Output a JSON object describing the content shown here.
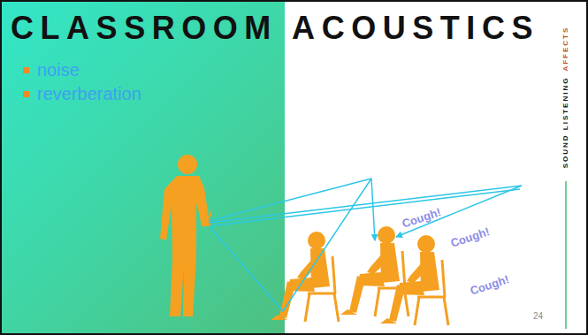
{
  "diagram": {
    "title": "CLASSROOM ACOUSTICS",
    "labels": [
      "noise",
      "reverberation",
      "Cough!",
      "Cough!",
      "Cough!",
      "24",
      "SOUND LISTENING",
      "AFFECTS"
    ]
  }
}
